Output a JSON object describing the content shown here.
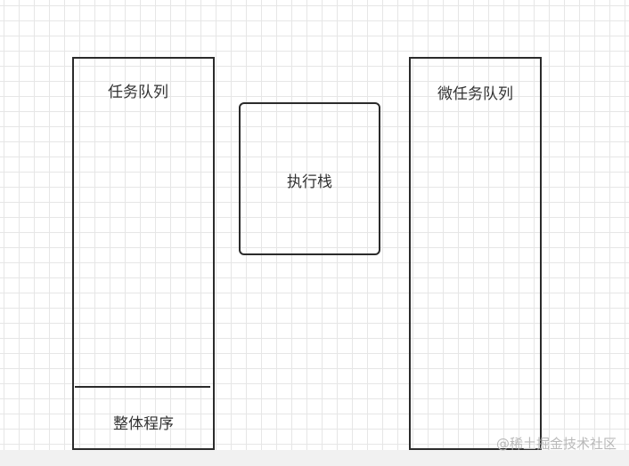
{
  "diagram": {
    "task_queue": {
      "label": "任务队列",
      "bottom_item": "整体程序"
    },
    "execution_stack": {
      "label": "执行栈"
    },
    "microtask_queue": {
      "label": "微任务队列"
    }
  },
  "watermark": "@稀土掘金技术社区"
}
